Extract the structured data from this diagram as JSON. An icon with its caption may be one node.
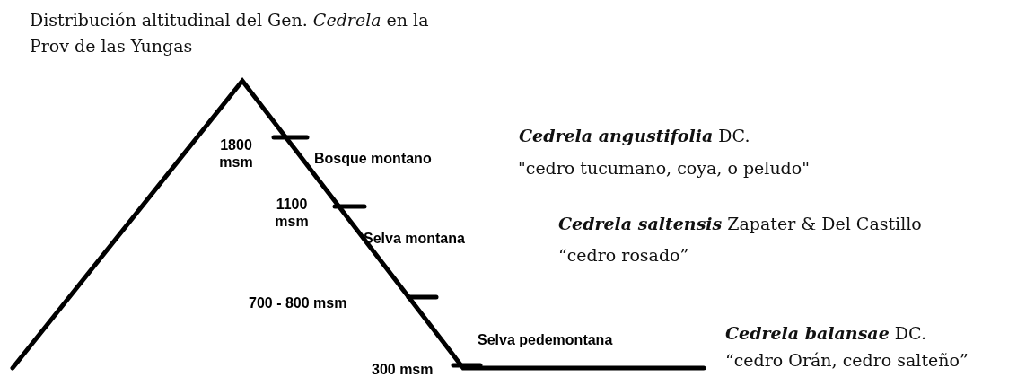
{
  "diagram": {
    "title": "Distribución altitudinal del Gen. *Cedrela* en la Prov de las Yungas",
    "labels": [
      "1800 msm",
      "Bosque montano",
      "**Cedrela angustifolia** DC.",
      "\"cedro tucumano, coya, o peludo\"",
      "1100 msm",
      "**Cedrela saltensis** Zapater & Del Castillo",
      "Selva montana",
      "“cedro rosado”",
      "700 - 800 msm",
      "Selva pedemontana",
      "**Cedrela balansae** DC.",
      "“cedro Orán, cedro salteño”",
      "300 msm"
    ]
  }
}
